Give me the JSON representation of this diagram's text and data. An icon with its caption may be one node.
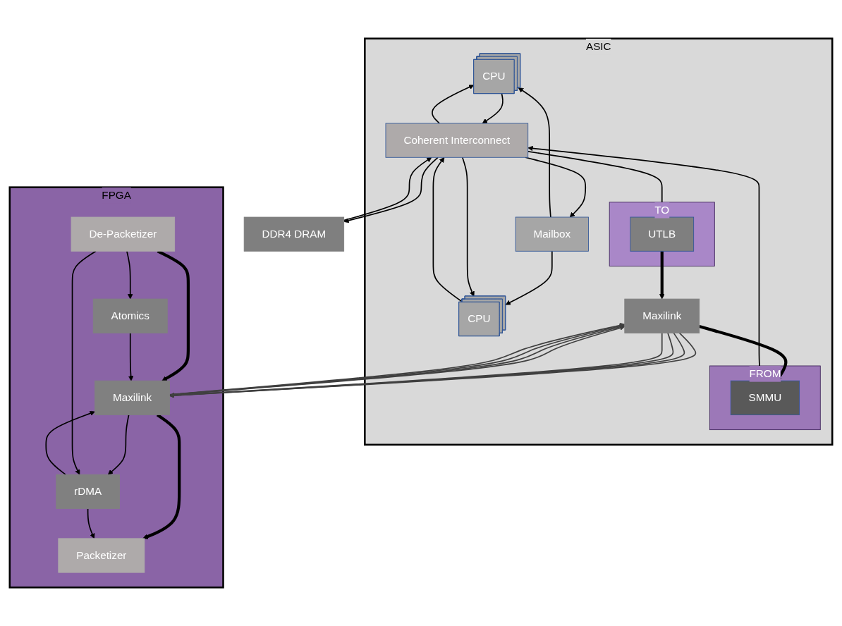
{
  "diagram": {
    "nodes": [
      {
        "text": [
          "ASIC"
        ]
      },
      {
        "text": [
          "CPU"
        ],
        "in": 0
      },
      {
        "text": [
          "CPU"
        ],
        "in": 0
      },
      {
        "text": [
          "Mailbox"
        ],
        "in": 0
      },
      {
        "text": [
          "Coherent Interconnect"
        ],
        "in": 0
      },
      {
        "text": [
          "TO"
        ],
        "in": 0
      },
      {
        "text": [
          "UTLB"
        ],
        "in": 5
      },
      {
        "text": [
          "FROM"
        ],
        "in": 0
      },
      {
        "text": [
          "SMMU"
        ],
        "in": 7
      },
      {
        "text": [
          "Maxilink"
        ],
        "in": 0
      },
      {
        "text": [
          "DDR4 DRAM"
        ]
      },
      {
        "text": [
          "FPGA"
        ]
      },
      {
        "text": [
          "Maxilink"
        ],
        "in": 11
      },
      {
        "text": [
          "rDMA"
        ],
        "in": 11
      },
      {
        "text": [
          "Packetizer"
        ],
        "in": 11
      },
      {
        "text": [
          "De-Packetizer"
        ],
        "in": 11
      },
      {
        "text": [
          "Atomics"
        ],
        "in": 11
      }
    ],
    "edges": [
      {
        "from": 3,
        "to": 1,
        "arrow": "to"
      },
      {
        "from": 3,
        "to": 2,
        "arrow": "to"
      },
      {
        "from": 4,
        "to": 1,
        "arrow": "to"
      },
      {
        "from": 1,
        "to": 4,
        "arrow": "to"
      },
      {
        "from": 4,
        "to": 2,
        "arrow": "to"
      },
      {
        "from": 2,
        "to": 4,
        "arrow": "to"
      },
      {
        "from": 4,
        "to": 3,
        "arrow": "to"
      },
      {
        "from": 10,
        "to": 4,
        "arrow": "to"
      },
      {
        "from": 4,
        "to": 10,
        "arrow": "to"
      },
      {
        "from": 4,
        "to": 6,
        "arrow": "to"
      },
      {
        "from": 8,
        "to": 4,
        "arrow": "to"
      },
      {
        "from": 6,
        "to": 9,
        "arrow": "to",
        "style": "thick"
      },
      {
        "from": 9,
        "to": 8,
        "arrow": "to",
        "style": "thick"
      },
      {
        "from": 9,
        "to": 12,
        "arrow": "to",
        "color": "#404040"
      },
      {
        "from": 12,
        "to": 9,
        "arrow": "to",
        "color": "#404040"
      },
      {
        "from": 9,
        "to": 12,
        "arrow": "to",
        "color": "#404040"
      },
      {
        "from": 12,
        "to": 9,
        "arrow": "to",
        "color": "#404040"
      },
      {
        "from": 9,
        "to": 12,
        "arrow": "to",
        "color": "#404040"
      },
      {
        "from": 12,
        "to": 9,
        "arrow": "to",
        "color": "#404040"
      },
      {
        "from": 9,
        "to": 12,
        "arrow": "to",
        "color": "#404040"
      },
      {
        "from": 12,
        "to": 9,
        "arrow": "to",
        "color": "#404040"
      },
      {
        "from": 12,
        "to": 14,
        "arrow": "to",
        "style": "thick"
      },
      {
        "from": 12,
        "to": 13,
        "arrow": "to"
      },
      {
        "from": 13,
        "to": 14,
        "arrow": "to"
      },
      {
        "from": 13,
        "to": 12,
        "arrow": "to"
      },
      {
        "from": 15,
        "to": 13,
        "arrow": "to"
      },
      {
        "from": 15,
        "to": 12,
        "arrow": "to",
        "style": "thick"
      },
      {
        "from": 15,
        "to": 16,
        "arrow": "to"
      },
      {
        "from": 16,
        "to": 12,
        "arrow": "to"
      }
    ]
  }
}
